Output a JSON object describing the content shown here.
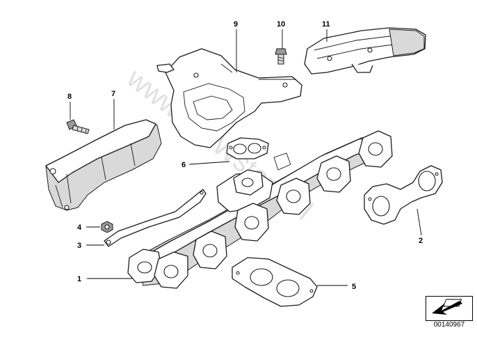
{
  "callouts": [
    {
      "label": "1"
    },
    {
      "label": "2"
    },
    {
      "label": "3"
    },
    {
      "label": "4"
    },
    {
      "label": "5"
    },
    {
      "label": "6"
    },
    {
      "label": "7"
    },
    {
      "label": "8"
    },
    {
      "label": "9"
    },
    {
      "label": "10"
    },
    {
      "label": "11"
    }
  ],
  "watermark": "www.BMWstore.pl",
  "reference_code": "00140967",
  "icons": {
    "reference": "arrow-down-left-icon"
  }
}
